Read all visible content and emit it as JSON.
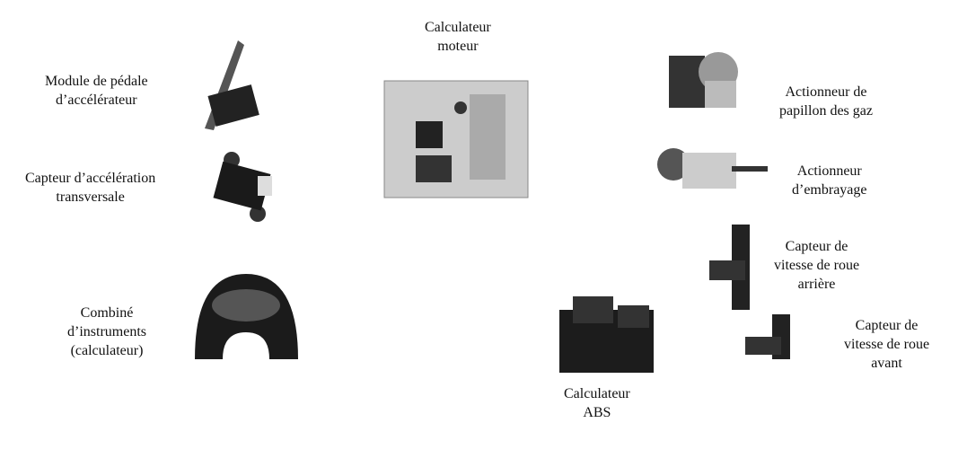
{
  "labels": {
    "pedal": [
      "Module de pédale",
      "d’accélérateur"
    ],
    "accel": [
      "Capteur d’accélération",
      "transversale"
    ],
    "cluster": [
      "Combiné",
      "d’instruments",
      "(calculateur)"
    ],
    "ecu": [
      "Calculateur",
      "moteur"
    ],
    "throttle": [
      "Actionneur de",
      "papillon des gaz"
    ],
    "clutch": [
      "Actionneur",
      "d’embrayage"
    ],
    "rear": [
      "Capteur de",
      "vitesse de roue",
      "arrière"
    ],
    "front": [
      "Capteur de",
      "vitesse de roue",
      "avant"
    ],
    "abs": [
      "Calculateur",
      "ABS"
    ]
  }
}
